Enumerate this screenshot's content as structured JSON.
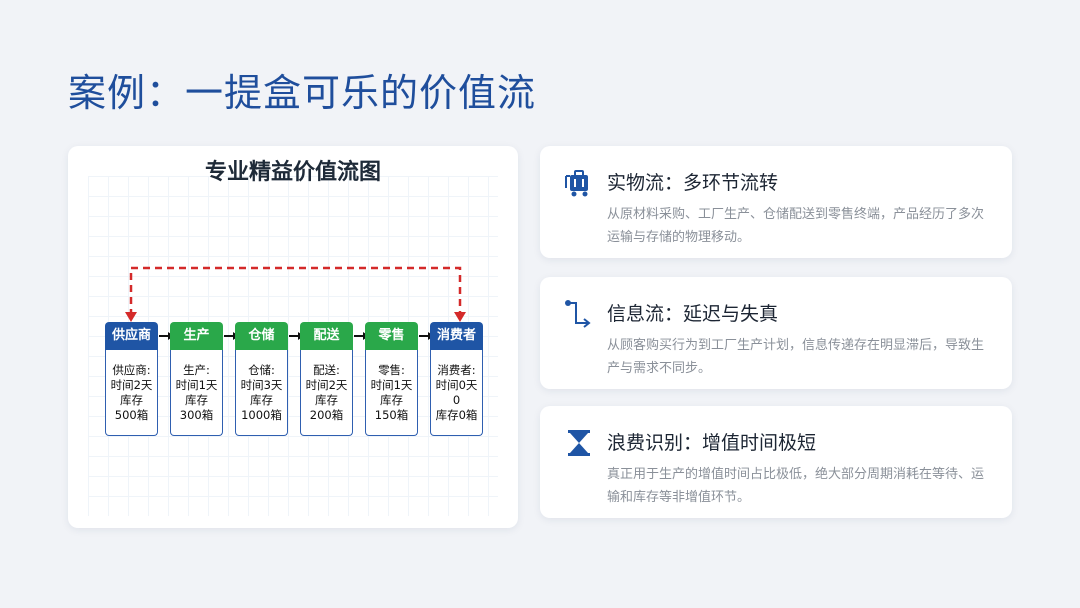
{
  "slide": {
    "title": "案例：一提盒可乐的价值流"
  },
  "diagram": {
    "title": "专业精益价值流图",
    "stages": [
      {
        "name": "供应商",
        "lines": [
          "供应商:",
          "时间2天",
          "库存",
          "500箱"
        ],
        "color": "#1f55a5"
      },
      {
        "name": "生产",
        "lines": [
          "生产:",
          "时间1天",
          "库存",
          "300箱"
        ],
        "color": "#2aa84a"
      },
      {
        "name": "仓储",
        "lines": [
          "仓储:",
          "时间3天",
          "库存",
          "1000箱"
        ],
        "color": "#2aa84a"
      },
      {
        "name": "配送",
        "lines": [
          "配送:",
          "时间2天",
          "库存",
          "200箱"
        ],
        "color": "#2aa84a"
      },
      {
        "name": "零售",
        "lines": [
          "零售:",
          "时间1天",
          "库存",
          "150箱"
        ],
        "color": "#2aa84a"
      },
      {
        "name": "消费者",
        "lines": [
          "消费者:",
          "时间0天",
          "0",
          "库存0箱"
        ],
        "color": "#1f55a5"
      }
    ],
    "feedback_color": "#d42a2a"
  },
  "cards": [
    {
      "icon": "cart-icon",
      "title": "实物流：多环节流转",
      "desc": "从原材料采购、工厂生产、仓储配送到零售终端，产品经历了多次运输与存储的物理移动。"
    },
    {
      "icon": "flow-path-icon",
      "title": "信息流：延迟与失真",
      "desc": "从顾客购买行为到工厂生产计划，信息传递存在明显滞后，导致生产与需求不同步。"
    },
    {
      "icon": "hourglass-icon",
      "title": "浪费识别：增值时间极短",
      "desc": "真正用于生产的增值时间占比极低，绝大部分周期消耗在等待、运输和库存等非增值环节。"
    }
  ],
  "colors": {
    "accent": "#1f4e9c",
    "icon": "#1f55a5"
  }
}
